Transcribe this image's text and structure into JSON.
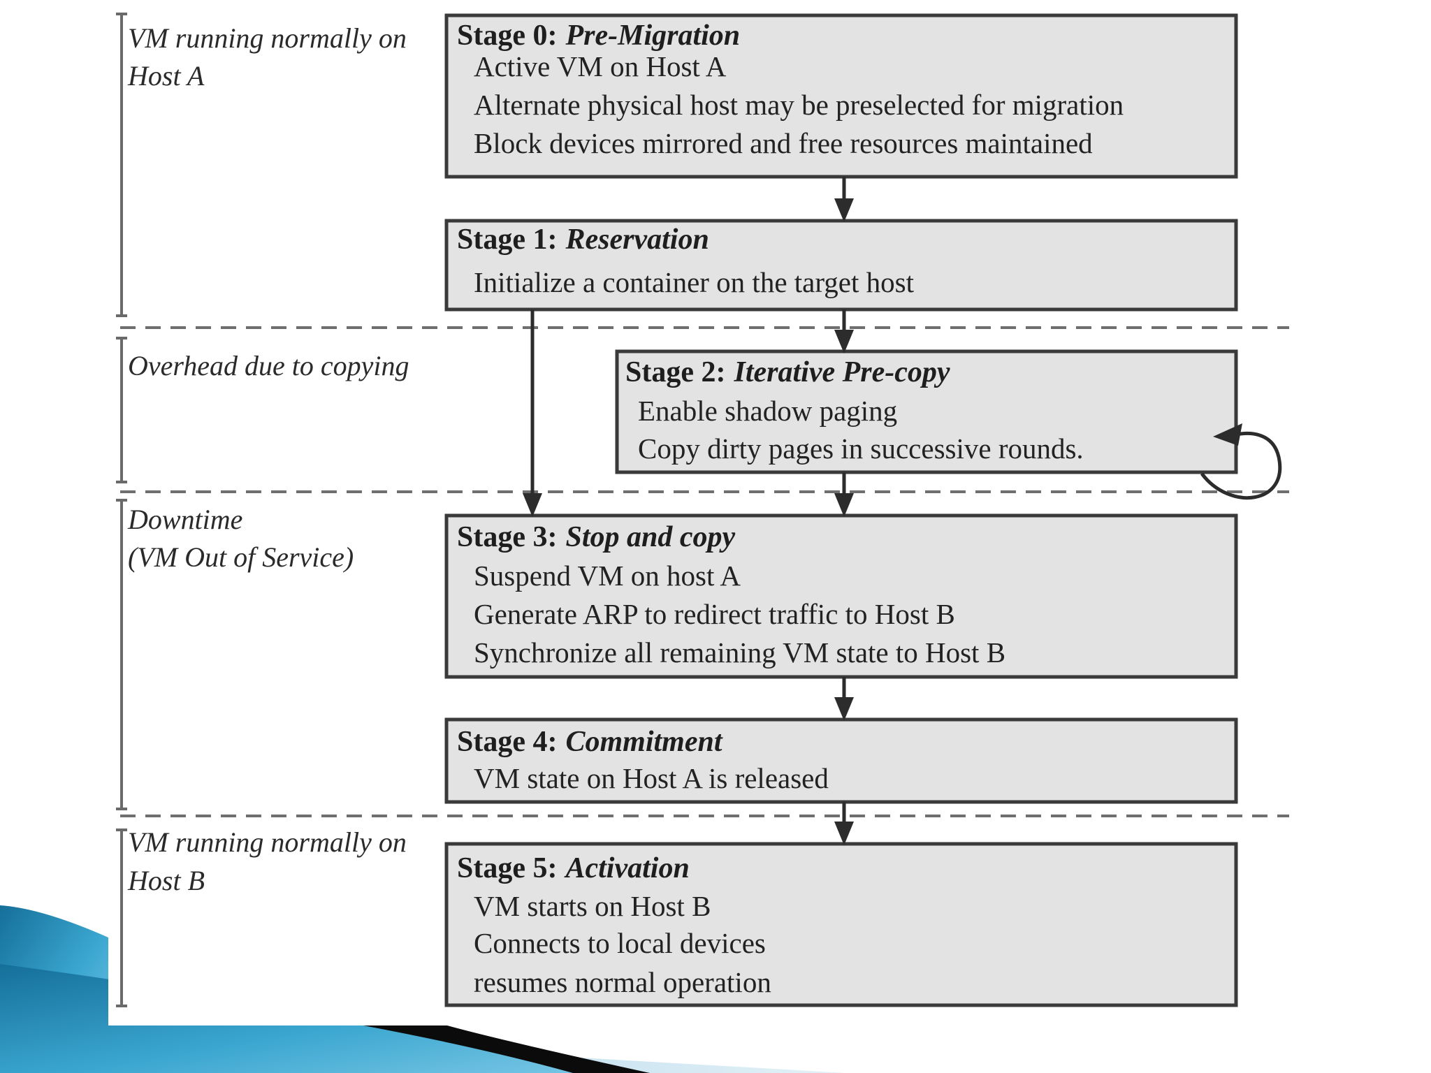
{
  "phases": [
    {
      "lines": [
        "VM running normally on",
        "Host A"
      ]
    },
    {
      "lines": [
        "Overhead due to copying"
      ]
    },
    {
      "lines": [
        "Downtime",
        "(VM Out of Service)"
      ]
    },
    {
      "lines": [
        "VM running normally on",
        "Host B"
      ]
    }
  ],
  "stages": [
    {
      "label": "Stage 0:",
      "name": "Pre-Migration",
      "lines": [
        "Active VM on Host A",
        "Alternate physical host may be preselected for migration",
        "Block devices mirrored and free resources maintained"
      ]
    },
    {
      "label": "Stage 1:",
      "name": "Reservation",
      "lines": [
        "Initialize a container on the target host"
      ]
    },
    {
      "label": "Stage 2:",
      "name": "Iterative Pre-copy",
      "lines": [
        "Enable shadow paging",
        "Copy dirty pages in successive rounds."
      ]
    },
    {
      "label": "Stage 3:",
      "name": "Stop and copy",
      "lines": [
        "Suspend VM on host A",
        "Generate ARP to redirect traffic to Host B",
        "Synchronize all remaining VM state to Host B"
      ]
    },
    {
      "label": "Stage 4:",
      "name": "Commitment",
      "lines": [
        "VM state on Host A is released"
      ]
    },
    {
      "label": "Stage 5:",
      "name": "Activation",
      "lines": [
        "VM starts on Host B",
        "Connects to local devices",
        "resumes normal operation"
      ]
    }
  ],
  "colors": {
    "box_fill": "#e3e3e3",
    "box_stroke": "#3a3a3a",
    "ribbon_dark": "#0b0b0b",
    "ribbon_blue": "#3aa6cf",
    "ribbon_light": "#cfe6f1"
  }
}
